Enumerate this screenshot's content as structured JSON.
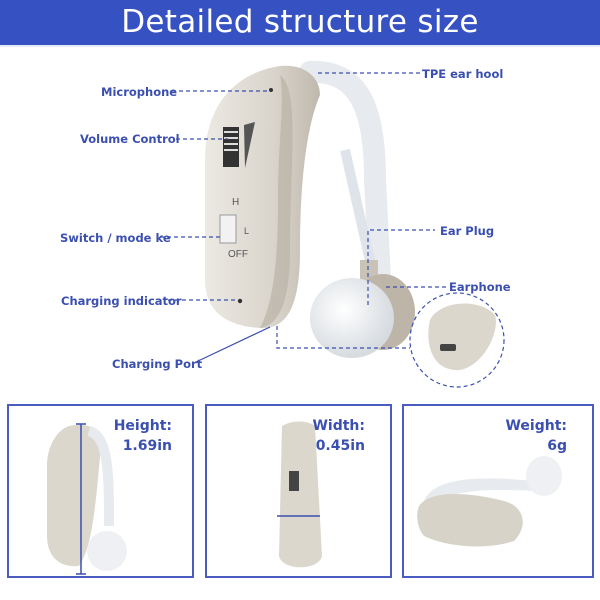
{
  "header": {
    "title": "Detailed structure size"
  },
  "colors": {
    "header_bg": "#3651c2",
    "label": "#3a4fb0",
    "device": "#d8d3c9"
  },
  "callouts": {
    "microphone": "Microphone",
    "volume_control": "Volume Control",
    "switch": "Switch / mode ke",
    "charging_indicator": "Charging indicator",
    "charging_port": "Charging Port",
    "ear_hook": "TPE ear hool",
    "ear_plug": "Ear Plug",
    "earphone": "Earphone"
  },
  "device": {
    "switch_h": "H",
    "switch_l": "L",
    "switch_off": "OFF"
  },
  "specs": [
    {
      "label": "Height:",
      "value": "1.69in"
    },
    {
      "label": "Width:",
      "value": "0.45in"
    },
    {
      "label": "Weight:",
      "value": "6g"
    }
  ]
}
